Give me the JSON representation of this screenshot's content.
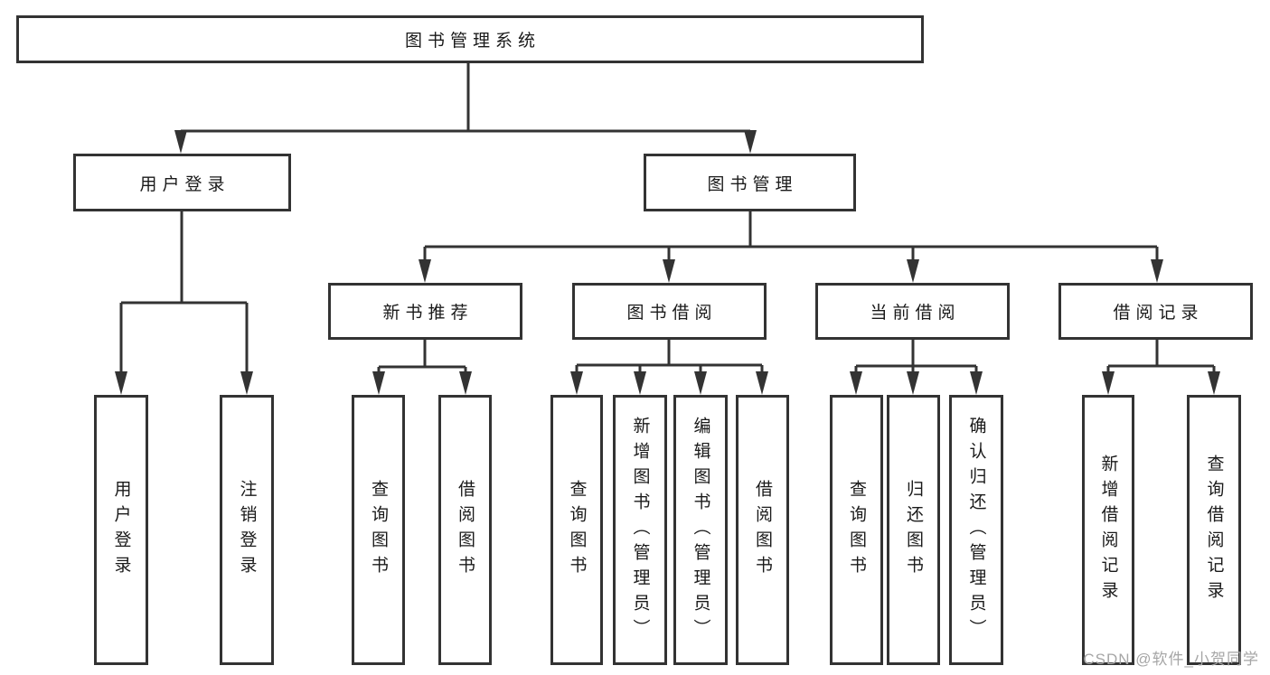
{
  "diagram": {
    "title_node": {
      "label": "图书管理系统"
    },
    "level2": [
      {
        "id": "user-login",
        "label": "用户登录"
      },
      {
        "id": "book-management",
        "label": "图书管理"
      }
    ],
    "level3": [
      {
        "id": "new-book-recommend",
        "label": "新书推荐",
        "parent": "图书管理"
      },
      {
        "id": "book-borrow",
        "label": "图书借阅",
        "parent": "图书管理"
      },
      {
        "id": "current-borrow",
        "label": "当前借阅",
        "parent": "图书管理"
      },
      {
        "id": "borrow-records",
        "label": "借阅记录",
        "parent": "图书管理"
      }
    ],
    "leaves": [
      {
        "id": "leaf-user-login",
        "label": "用户登录",
        "parent": "用户登录"
      },
      {
        "id": "leaf-logout",
        "label": "注销登录",
        "parent": "用户登录"
      },
      {
        "id": "leaf-query-books-recommend",
        "label": "查询图书",
        "parent": "新书推荐"
      },
      {
        "id": "leaf-borrow-books-recommend",
        "label": "借阅图书",
        "parent": "新书推荐"
      },
      {
        "id": "leaf-query-books-borrow",
        "label": "查询图书",
        "parent": "图书借阅"
      },
      {
        "id": "leaf-add-books-admin",
        "label": "新增图书（管理员）",
        "parent": "图书借阅"
      },
      {
        "id": "leaf-edit-books-admin",
        "label": "编辑图书（管理员）",
        "parent": "图书借阅"
      },
      {
        "id": "leaf-borrow-books",
        "label": "借阅图书",
        "parent": "图书借阅"
      },
      {
        "id": "leaf-query-books-current",
        "label": "查询图书",
        "parent": "当前借阅"
      },
      {
        "id": "leaf-return-books",
        "label": "归还图书",
        "parent": "当前借阅"
      },
      {
        "id": "leaf-confirm-return-admin",
        "label": "确认归还（管理员）",
        "parent": "当前借阅"
      },
      {
        "id": "leaf-add-borrow-record",
        "label": "新增借阅记录",
        "parent": "借阅记录"
      },
      {
        "id": "leaf-query-borrow-record",
        "label": "查询借阅记录",
        "parent": "借阅记录"
      }
    ],
    "colors": {
      "line": "#333333",
      "box_border": "#333333",
      "text": "#1a1a1a",
      "watermark": "#a6a6a6",
      "background": "#ffffff"
    }
  },
  "watermark": {
    "text": "CSDN @软件_小贺同学"
  }
}
